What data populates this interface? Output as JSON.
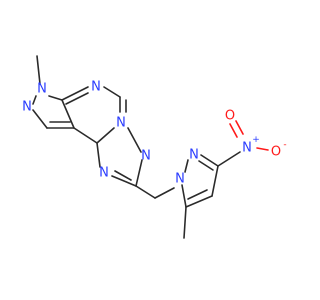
{
  "colors": {
    "carbon_bond": "#2b2b2b",
    "nitrogen": "#2a3cff",
    "oxygen": "#ff1a1a"
  },
  "atoms": {
    "n_pyrazole_methyl": "N",
    "n_pyrazole_2": "N",
    "n_pyrimidine_1": "N",
    "n_pyrimidine_bridge": "N",
    "n_triazole_2": "N",
    "n_triazole_4": "N",
    "n_pyrazole_b1": "N",
    "n_pyrazole_b2": "N",
    "n_nitro": "N",
    "n_nitro_charge": "+",
    "o_nitro_double": "O",
    "o_nitro_single": "O",
    "o_nitro_charge": "-"
  }
}
